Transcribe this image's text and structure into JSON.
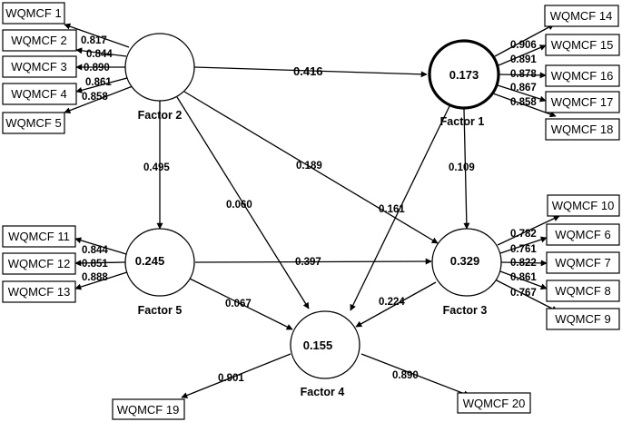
{
  "model": {
    "latent": {
      "f2": {
        "name": "Factor 2",
        "r2": ""
      },
      "f1": {
        "name": "Factor 1",
        "r2": "0.173"
      },
      "f5": {
        "name": "Factor 5",
        "r2": "0.245"
      },
      "f3": {
        "name": "Factor 3",
        "r2": "0.329"
      },
      "f4": {
        "name": "Factor 4",
        "r2": "0.155"
      }
    },
    "indicators": {
      "q1": "WQMCF 1",
      "q2": "WQMCF 2",
      "q3": "WQMCF 3",
      "q4": "WQMCF 4",
      "q5": "WQMCF 5",
      "q14": "WQMCF 14",
      "q15": "WQMCF 15",
      "q16": "WQMCF 16",
      "q17": "WQMCF 17",
      "q18": "WQMCF 18",
      "q11": "WQMCF 11",
      "q12": "WQMCF 12",
      "q13": "WQMCF 13",
      "q10": "WQMCF 10",
      "q6": "WQMCF 6",
      "q7": "WQMCF 7",
      "q8": "WQMCF 8",
      "q9": "WQMCF 9",
      "q19": "WQMCF 19",
      "q20": "WQMCF 20"
    },
    "loadings": {
      "f2": [
        "0.817",
        "0.844",
        "0.890",
        "0.861",
        "0.858"
      ],
      "f1": [
        "0.906",
        "0.891",
        "0.878",
        "0.867",
        "0.858"
      ],
      "f5": [
        "0.844",
        "0.851",
        "0.888"
      ],
      "f3": [
        "0.782",
        "0.761",
        "0.822",
        "0.861",
        "0.767"
      ],
      "f4": [
        "0.901",
        "0.890"
      ]
    },
    "paths": {
      "f2_f1": "0.416",
      "f2_f5": "0.495",
      "f2_f3": "0.189",
      "f2_f4": "0.060",
      "f1_f3": "0.109",
      "f1_f4": "0.161",
      "f5_f3": "0.397",
      "f5_f4": "0.067",
      "f3_f4": "0.224"
    }
  }
}
